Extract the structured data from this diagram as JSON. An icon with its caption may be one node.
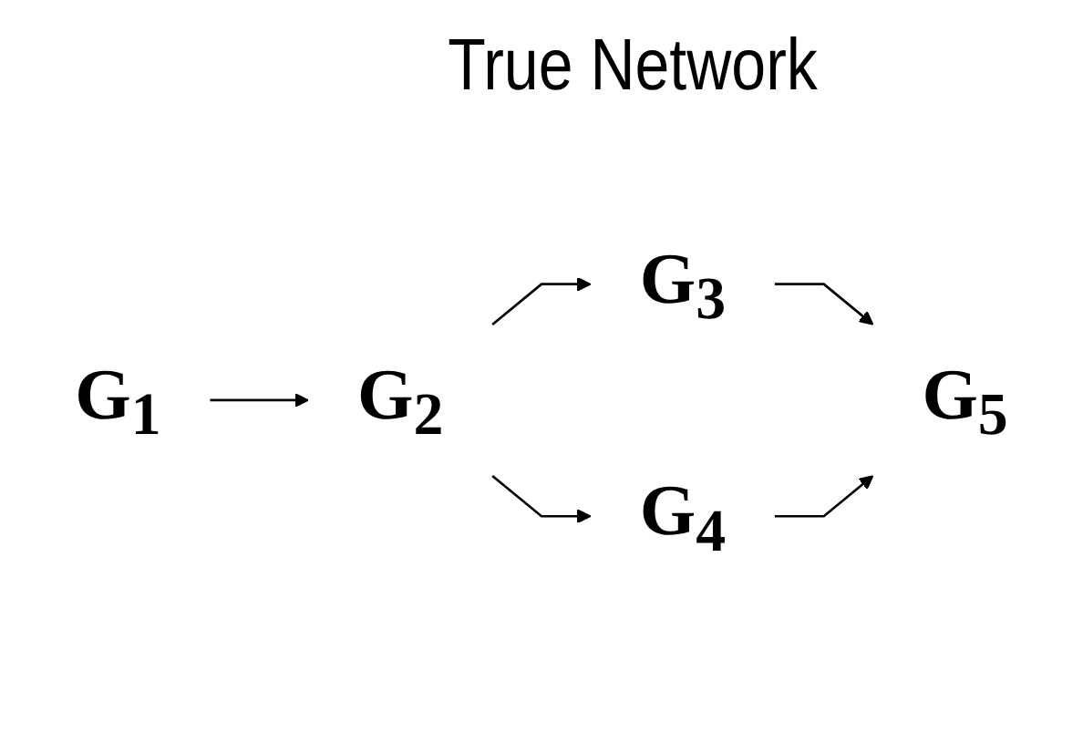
{
  "diagram": {
    "title": "True Network",
    "nodes": [
      {
        "text": [
          "G$_{1}$"
        ]
      },
      {
        "text": [
          "G$_{2}$"
        ]
      },
      {
        "text": [
          "G$_{3}$"
        ]
      },
      {
        "text": [
          "G$_{4}$"
        ]
      },
      {
        "text": [
          "G$_{5}$"
        ]
      }
    ],
    "edges": [
      {
        "from": 0,
        "to": 1,
        "arrow": "to"
      },
      {
        "from": 1,
        "to": 2,
        "arrow": "to"
      },
      {
        "from": 1,
        "to": 3,
        "arrow": "to"
      },
      {
        "from": 2,
        "to": 4,
        "arrow": "to"
      },
      {
        "from": 3,
        "to": 4,
        "arrow": "to"
      }
    ]
  }
}
